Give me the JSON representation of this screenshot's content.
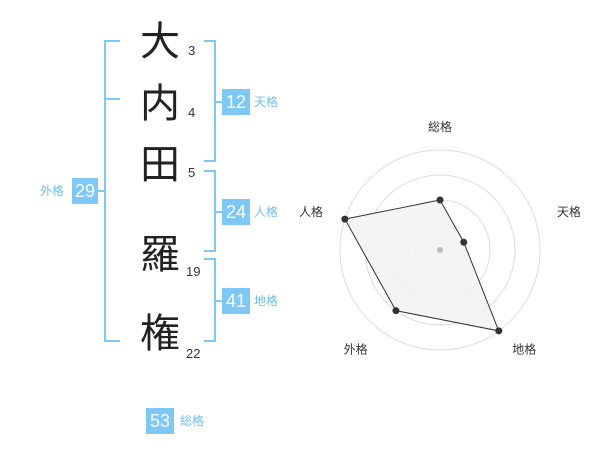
{
  "name_chars": [
    {
      "char": "大",
      "strokes": "3"
    },
    {
      "char": "内",
      "strokes": "4"
    },
    {
      "char": "田",
      "strokes": "5"
    },
    {
      "char": "羅",
      "strokes": "19"
    },
    {
      "char": "権",
      "strokes": "22"
    }
  ],
  "scores": {
    "tenkaku": {
      "value": "12",
      "label": "天格"
    },
    "jinkaku": {
      "value": "24",
      "label": "人格"
    },
    "chikaku": {
      "value": "41",
      "label": "地格"
    },
    "gaikaku": {
      "value": "29",
      "label": "外格"
    },
    "soukaku": {
      "value": "53",
      "label": "総格"
    }
  },
  "colors": {
    "accent": "#7ec8f6",
    "text": "#222222",
    "radar_fill": "#f2f2f2",
    "ring": "#dddddd"
  },
  "chart_data": {
    "type": "radar",
    "axes": [
      "総格",
      "天格",
      "地格",
      "外格",
      "人格"
    ],
    "values": [
      2,
      1,
      4,
      3,
      4
    ],
    "max": 4
  }
}
